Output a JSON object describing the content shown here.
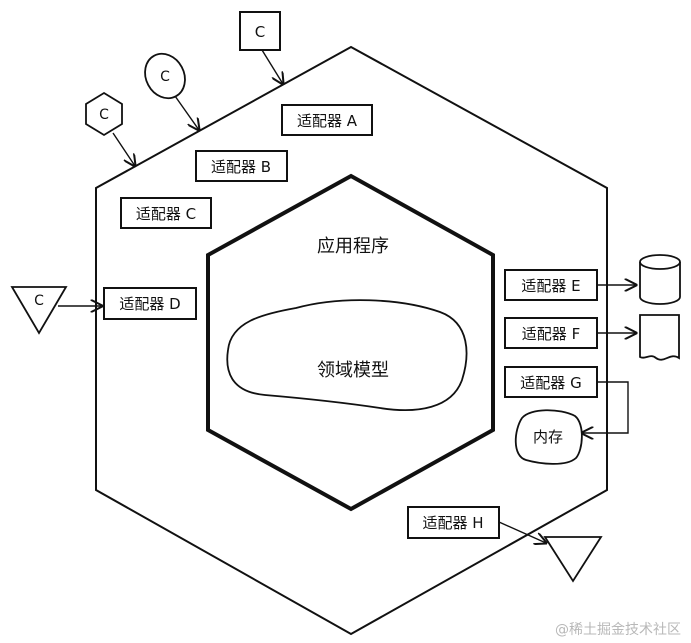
{
  "app_layer_label": "应用程序",
  "domain_model_label": "领域模型",
  "client_symbol_label": "C",
  "memory_label": "内存",
  "adapters": {
    "a": "适配器 A",
    "b": "适配器 B",
    "c": "适配器 C",
    "d": "适配器 D",
    "e": "适配器 E",
    "f": "适配器 F",
    "g": "适配器 G",
    "h": "适配器 H"
  },
  "watermark": "@稀土掘金技术社区",
  "colors": {
    "stroke": "#111111",
    "background": "#ffffff",
    "watermark": "#b8b8b8"
  },
  "icons": [
    "square-client-icon",
    "ellipse-client-icon",
    "hexagon-client-icon",
    "triangle-client-icon",
    "database-cylinder-icon",
    "document-icon",
    "memory-blob-icon",
    "output-triangle-icon"
  ]
}
